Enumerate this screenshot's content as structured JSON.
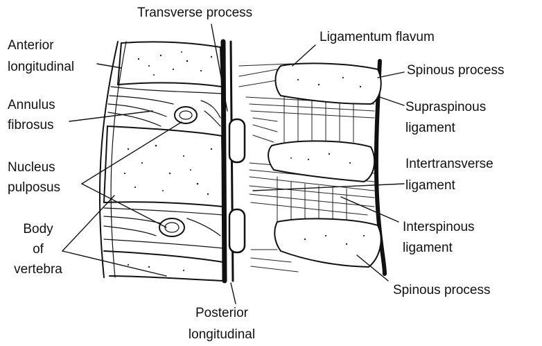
{
  "labels": {
    "transverse_process": "Transverse process",
    "ligamentum_flavum": "Ligamentum flavum",
    "anterior_longitudinal": [
      "Anterior",
      "longitudinal"
    ],
    "spinous_process_top": "Spinous process",
    "annulus_fibrosus": [
      "Annulus",
      "fibrosus"
    ],
    "supraspinous_ligament": [
      "Supraspinous",
      "ligament"
    ],
    "nucleus_pulposus": [
      "Nucleus",
      "pulposus"
    ],
    "intertransverse_ligament": [
      "Intertransverse",
      "ligament"
    ],
    "body_of_vertebra": [
      "Body",
      "of",
      "vertebra"
    ],
    "interspinous_ligament": [
      "Interspinous",
      "ligament"
    ],
    "spinous_process_bottom": "Spinous process",
    "posterior_longitudinal": [
      "Posterior",
      "longitudinal"
    ]
  }
}
